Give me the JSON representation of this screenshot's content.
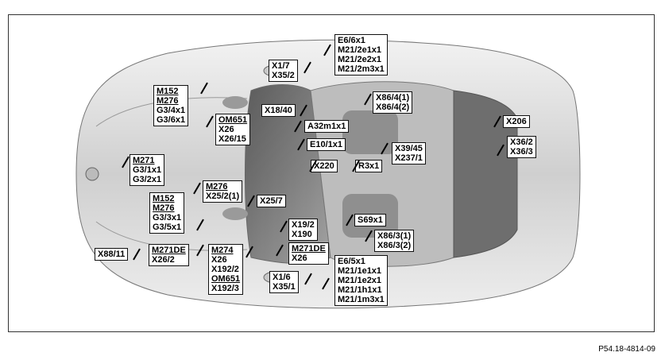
{
  "diagram_ref": "P54.18-4814-09",
  "labels": {
    "e6_6x1": [
      "E6/6x1",
      "M21/2e1x1",
      "M21/2e2x1",
      "M21/2m3x1"
    ],
    "x1_7": [
      "X1/7",
      "X35/2"
    ],
    "m152_a": [
      "M152",
      "M276",
      "G3/4x1",
      "G3/6x1"
    ],
    "x18_40": [
      "X18/40"
    ],
    "x86_4": [
      "X86/4(1)",
      "X86/4(2)"
    ],
    "om651_a": [
      "OM651",
      "X26",
      "X26/15"
    ],
    "a32m1x1": [
      "A32m1x1"
    ],
    "x206": [
      "X206"
    ],
    "e10_1x1": [
      "E10/1x1"
    ],
    "x36": [
      "X36/2",
      "X36/3"
    ],
    "x39_45": [
      "X39/45",
      "X237/1"
    ],
    "m271_a": [
      "M271",
      "G3/1x1",
      "G3/2x1"
    ],
    "x220": [
      "X220"
    ],
    "r3x1": [
      "R3x1"
    ],
    "m276_b": [
      "M276",
      "X25/2(1)"
    ],
    "x25_7": [
      "X25/7"
    ],
    "m152_b": [
      "M152",
      "M276",
      "G3/3x1",
      "G3/5x1"
    ],
    "s69x1": [
      "S69x1"
    ],
    "x19_2": [
      "X19/2",
      "X190"
    ],
    "x86_3": [
      "X86/3(1)",
      "X86/3(2)"
    ],
    "x88_11": [
      "X88/11"
    ],
    "m271de_a": [
      "M271DE",
      "X26/2"
    ],
    "m274": [
      "M274",
      "X26",
      "X192/2",
      "OM651",
      "X192/3"
    ],
    "m271de_b": [
      "M271DE",
      "X26"
    ],
    "x1_6": [
      "X1/6",
      "X35/1"
    ],
    "e6_5x1": [
      "E6/5x1",
      "M21/1e1x1",
      "M21/1e2x1",
      "M21/1h1x1",
      "M21/1m3x1"
    ]
  },
  "colors": {
    "outline": "#000000",
    "car_body": "#d8d8d8",
    "background": "#ffffff"
  }
}
